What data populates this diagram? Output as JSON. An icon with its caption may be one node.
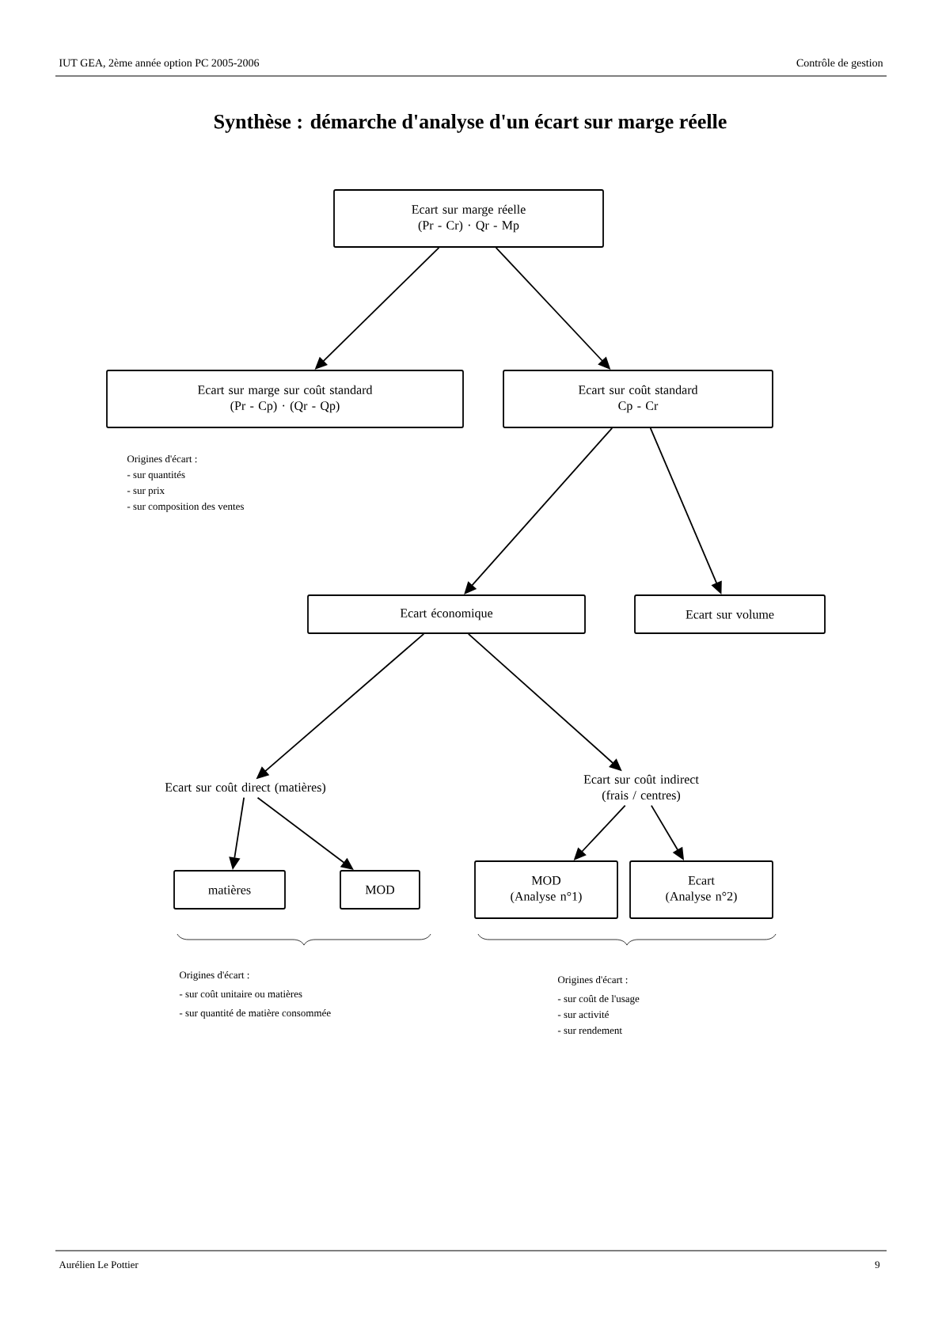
{
  "diagram": {
    "title": "Synthèse : démarche d'analyse d'un écart sur marge réelle",
    "nodes": [
      {
        "text": [
          "Ecart sur marge réelle",
          "(Pr - Cr) · Qr - Mp"
        ]
      },
      {
        "text": [
          "Ecart sur marge sur coût standard",
          "(Pr - Cp) · (Qr - Qp)"
        ]
      },
      {
        "text": [
          "Ecart sur coût standard",
          "Cp - Cr"
        ]
      },
      {
        "text": [
          "Ecart économique"
        ]
      },
      {
        "text": [
          "Ecart sur volume"
        ]
      },
      {
        "text": [
          "Ecart sur coût direct (matières)"
        ]
      },
      {
        "text": [
          "Ecart sur coût indirect (frais / centres)"
        ]
      },
      {
        "text": [
          "matières"
        ]
      },
      {
        "text": [
          "MOD"
        ]
      },
      {
        "text": [
          "MOD",
          "(Analyse n°1)"
        ]
      },
      {
        "text": [
          "Ecart",
          "(Analyse n°2)"
        ]
      }
    ],
    "edges": [
      {
        "from": 0,
        "to": 1,
        "arrow": "to"
      },
      {
        "from": 0,
        "to": 2,
        "arrow": "to"
      },
      {
        "from": 2,
        "to": 3,
        "arrow": "to"
      },
      {
        "from": 2,
        "to": 4,
        "arrow": "to"
      },
      {
        "from": 3,
        "to": 5,
        "arrow": "to"
      },
      {
        "from": 3,
        "to": 6,
        "arrow": "to"
      },
      {
        "from": 5,
        "to": 7,
        "arrow": "to"
      },
      {
        "from": 5,
        "to": 8,
        "arrow": "to"
      },
      {
        "from": 6,
        "to": 9,
        "arrow": "to"
      },
      {
        "from": 6,
        "to": 10,
        "arrow": "to"
      }
    ],
    "labels": [
      "IUT GEA, 2ème année option PC 2005-2006",
      "Contrôle de gestion",
      "Origines d'écart :",
      "- sur quantités",
      "- sur prix",
      "- sur composition des ventes",
      "Origines d'écart :",
      "- sur coût unitaire ou matières",
      "- sur quantité de matière consommée",
      "Origines d'écart :",
      "- sur coût de l'usage",
      "- sur activité",
      "- sur rendement",
      "Aurélien Le Pottier",
      "9"
    ]
  }
}
